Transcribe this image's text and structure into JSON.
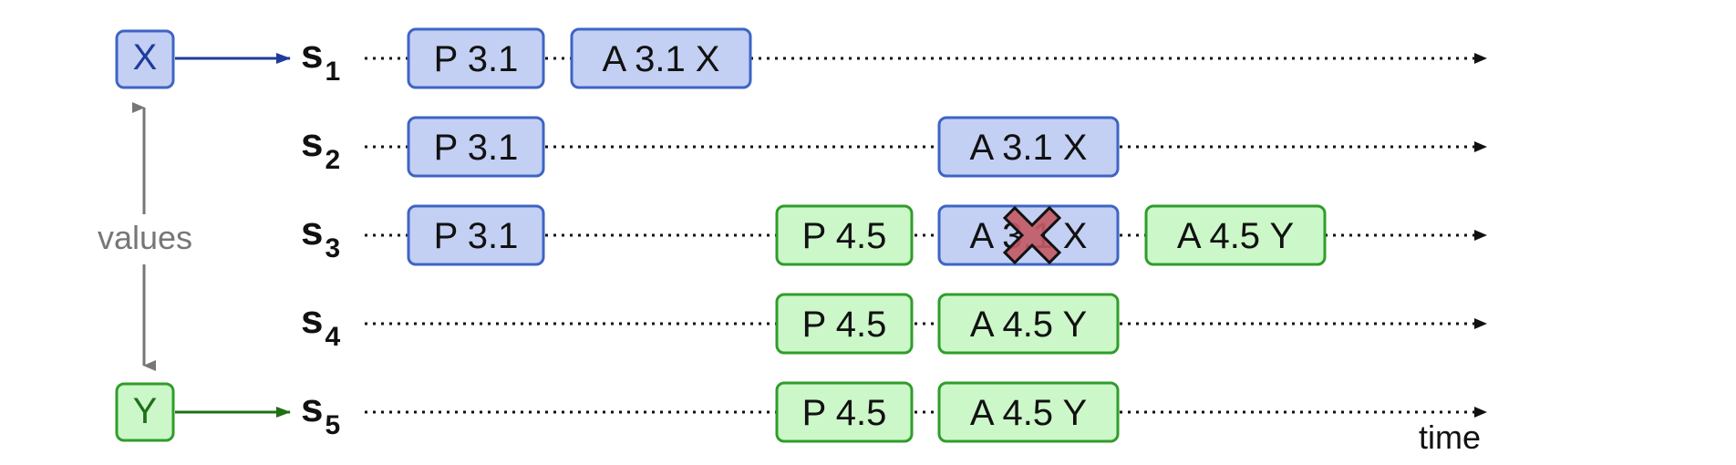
{
  "colors": {
    "blue_fill": "#c3d0f3",
    "blue_stroke": "#3e64c4",
    "blue_arrow": "#1f3c99",
    "green_fill": "#ccf7c9",
    "green_stroke": "#2f9d2a",
    "green_arrow": "#1e7016",
    "gray": "#777777",
    "cross_fill": "#c25a66",
    "cross_stroke": "#111111"
  },
  "values": {
    "x_label": "X",
    "y_label": "Y",
    "axis_label": "values"
  },
  "time_label": "time",
  "rows": [
    {
      "prefix": "s",
      "index": "1",
      "messages": [
        {
          "text": "P 3.1",
          "color": "blue",
          "slot": "p1"
        },
        {
          "text": "A 3.1 X",
          "color": "blue",
          "slot": "a1"
        }
      ]
    },
    {
      "prefix": "s",
      "index": "2",
      "messages": [
        {
          "text": "P 3.1",
          "color": "blue",
          "slot": "p1"
        },
        {
          "text": "A 3.1 X",
          "color": "blue",
          "slot": "a2"
        }
      ]
    },
    {
      "prefix": "s",
      "index": "3",
      "messages": [
        {
          "text": "P 3.1",
          "color": "blue",
          "slot": "p1"
        },
        {
          "text": "P 4.5",
          "color": "green",
          "slot": "p2"
        },
        {
          "text": "A 3.1 X",
          "color": "blue",
          "slot": "a2",
          "rejected": true
        },
        {
          "text": "A 4.5 Y",
          "color": "green",
          "slot": "a3"
        }
      ]
    },
    {
      "prefix": "s",
      "index": "4",
      "messages": [
        {
          "text": "P 4.5",
          "color": "green",
          "slot": "p2"
        },
        {
          "text": "A 4.5 Y",
          "color": "green",
          "slot": "a2"
        }
      ]
    },
    {
      "prefix": "s",
      "index": "5",
      "messages": [
        {
          "text": "P 4.5",
          "color": "green",
          "slot": "p2"
        },
        {
          "text": "A 4.5 Y",
          "color": "green",
          "slot": "a2"
        }
      ]
    }
  ]
}
